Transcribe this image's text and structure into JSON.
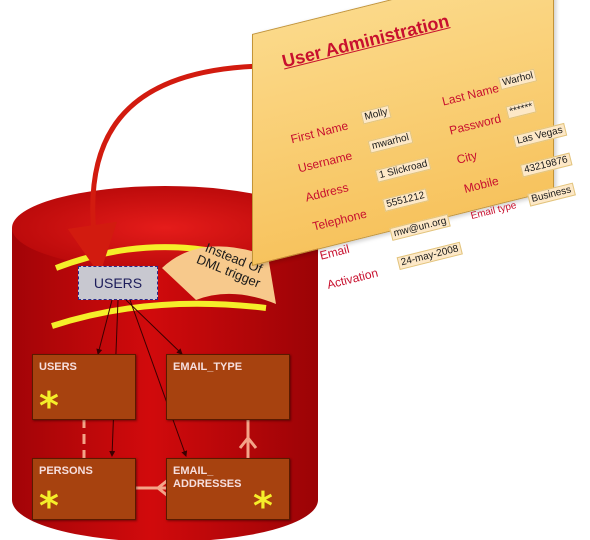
{
  "form": {
    "title": "User Administration",
    "fields": [
      {
        "label": "First Name",
        "value": "Molly"
      },
      {
        "label": "Username",
        "value": "mwarhol"
      },
      {
        "label": "Address",
        "value": "1 Slickroad"
      },
      {
        "label": "Telephone",
        "value": "5551212"
      },
      {
        "label": "Email",
        "value": "mw@un.org"
      },
      {
        "label": "Activation",
        "value": "24-may-2008"
      },
      {
        "label": "Last Name",
        "value": "Warhol"
      },
      {
        "label": "Password",
        "value": "******"
      },
      {
        "label": "City",
        "value": "Las Vegas"
      },
      {
        "label": "Mobile",
        "value": "43219876"
      },
      {
        "label": "Email type",
        "value": "Business"
      }
    ]
  },
  "view": {
    "name": "USERS"
  },
  "trigger": {
    "label": "Instead Of DML trigger"
  },
  "tables": [
    {
      "name": "USERS",
      "has_star": true
    },
    {
      "name": "EMAIL_TYPE",
      "has_star": false
    },
    {
      "name": "PERSONS",
      "has_star": true
    },
    {
      "name": "EMAIL_\nADDRESSES",
      "has_star": true
    }
  ],
  "colors": {
    "cylinder": "#c4090b",
    "table_fill": "#a7420f",
    "form_fill": "#f9cc6f",
    "form_label": "#c8102e",
    "highlight": "#f5ee2a",
    "arrow": "#d21b0f"
  }
}
